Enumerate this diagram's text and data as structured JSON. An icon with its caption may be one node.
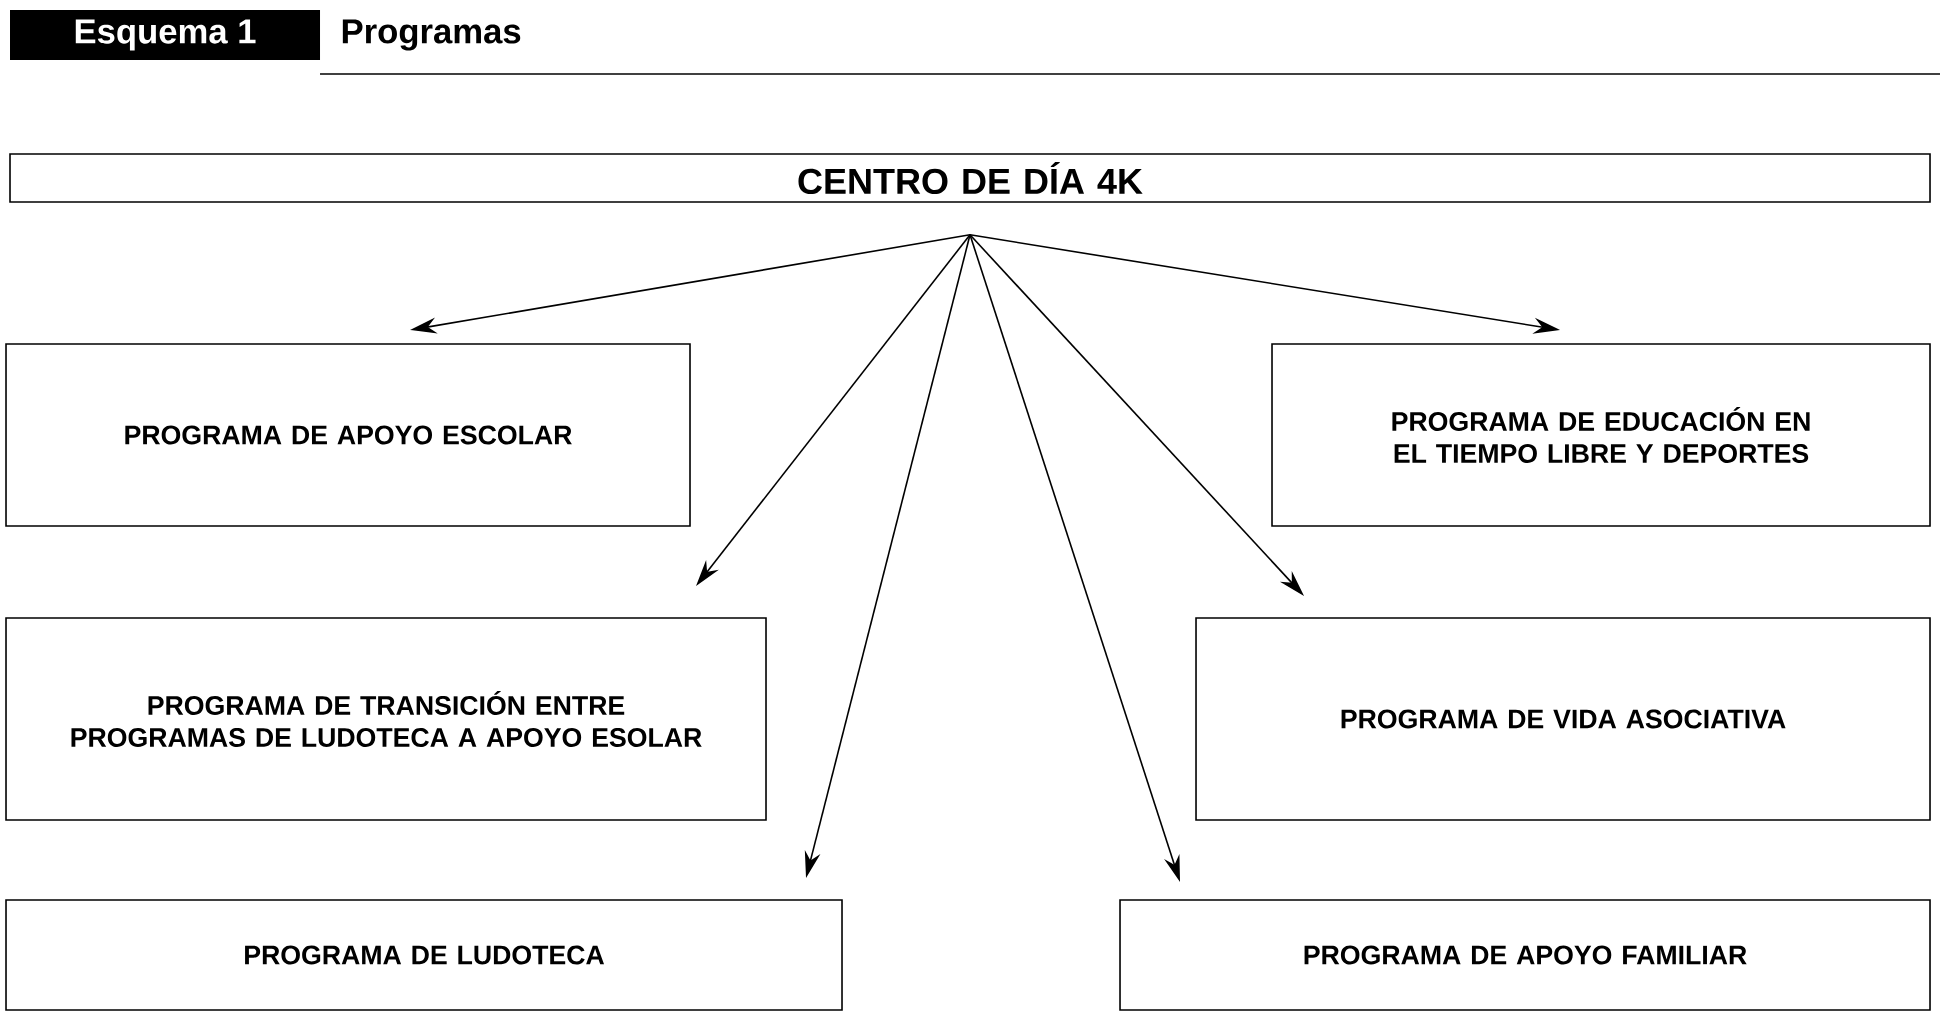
{
  "diagram": {
    "title": "Programas",
    "nodes": [
      {
        "text": [
          "CENTRO DE DÍA 4K"
        ]
      },
      {
        "text": [
          "PROGRAMA DE APOYO ESCOLAR"
        ]
      },
      {
        "text": [
          "PROGRAMA DE EDUCACIÓN EN EL TIEMPO LIBRE Y DEPORTES"
        ]
      },
      {
        "text": [
          "PROGRAMA DE TRANSICIÓN ENTRE PROGRAMAS DE LUDOTECA A APOYO ESOLAR"
        ]
      },
      {
        "text": [
          "PROGRAMA DE VIDA ASOCIATIVA"
        ]
      },
      {
        "text": [
          "PROGRAMA DE LUDOTECA"
        ]
      },
      {
        "text": [
          "PROGRAMA DE APOYO FAMILIAR"
        ]
      }
    ],
    "edges": [
      {
        "from": 0,
        "to": 1,
        "arrow": "to"
      },
      {
        "from": 0,
        "to": 2,
        "arrow": "to"
      },
      {
        "from": 0,
        "to": 3,
        "arrow": "to"
      },
      {
        "from": 0,
        "to": 4,
        "arrow": "to"
      },
      {
        "from": 0,
        "to": 5,
        "arrow": "to"
      },
      {
        "from": 0,
        "to": 6,
        "arrow": "to"
      }
    ],
    "labels": [
      "Esquema 1"
    ]
  }
}
